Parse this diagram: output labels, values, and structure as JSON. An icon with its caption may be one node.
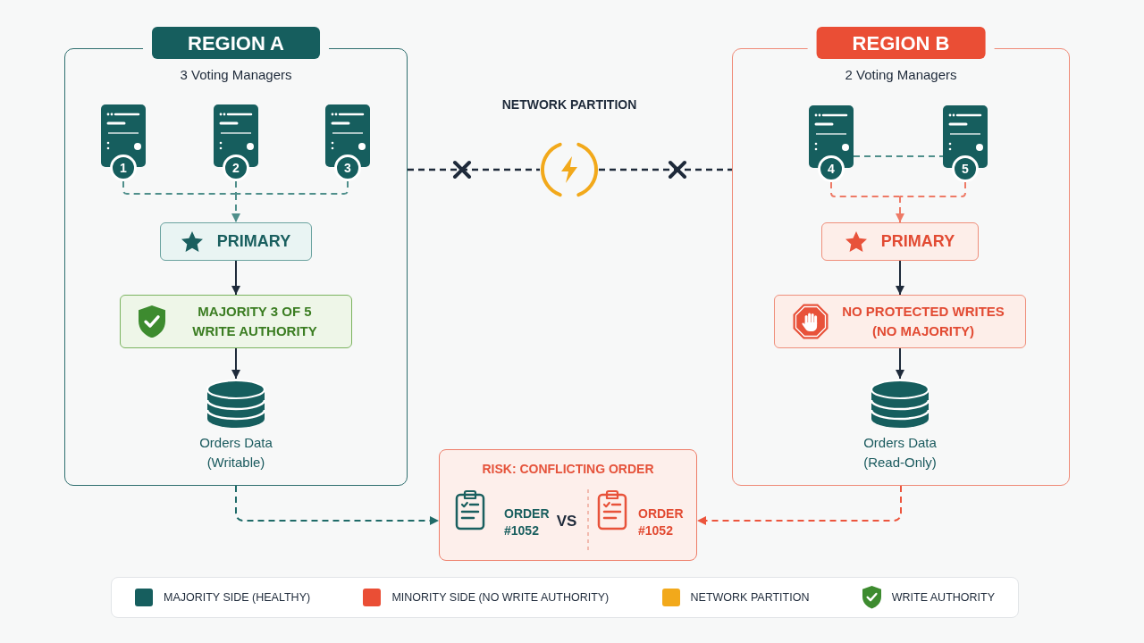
{
  "diagram": {
    "nodes": [
      {
        "text": [
          "REGION A",
          "3 Voting Managers"
        ]
      },
      {
        "text": [
          "1"
        ],
        "in": 0
      },
      {
        "text": [
          "2"
        ],
        "in": 0
      },
      {
        "text": [
          "3"
        ],
        "in": 0
      },
      {
        "text": [
          "PRIMARY"
        ],
        "in": 0
      },
      {
        "text": [
          "MAJORITY 3 OF 5 WRITE AUTHORITY"
        ],
        "in": 0
      },
      {
        "text": [
          "Orders Data (Writable)"
        ],
        "in": 0
      },
      {
        "text": [],
        "shape": "circle",
        "beside": [
          "NETWORK PARTITION"
        ]
      },
      {
        "text": [
          "REGION B",
          "2 Voting Managers"
        ]
      },
      {
        "text": [
          "4"
        ],
        "in": 8
      },
      {
        "text": [
          "5"
        ],
        "in": 8
      },
      {
        "text": [
          "PRIMARY"
        ],
        "in": 8
      },
      {
        "text": [
          "NO PROTECTED WRITES (NO MAJORITY)"
        ],
        "in": 8
      },
      {
        "text": [
          "Orders Data (Read-Only)"
        ],
        "in": 8
      },
      {
        "text": [
          "RISK: CONFLICTING ORDER",
          "ORDER #1052",
          "VS",
          "ORDER #1052"
        ]
      }
    ],
    "edges": [
      {
        "from": 1,
        "to": 4,
        "arrow": "to",
        "style": "dashed",
        "color": "#4f8f8b"
      },
      {
        "from": 2,
        "to": 4,
        "arrow": "to",
        "style": "dashed",
        "color": "#4f8f8b"
      },
      {
        "from": 3,
        "to": 4,
        "arrow": "to",
        "style": "dashed",
        "color": "#4f8f8b"
      },
      {
        "from": 4,
        "to": 5,
        "arrow": "to"
      },
      {
        "from": 5,
        "to": 6,
        "arrow": "to"
      },
      {
        "from": 0,
        "to": 7,
        "arrow": "none",
        "style": "dashed"
      },
      {
        "from": 7,
        "to": 8,
        "arrow": "none",
        "style": "dashed"
      },
      {
        "from": 9,
        "to": 10,
        "arrow": "none",
        "style": "dashed",
        "color": "#4f8f8b"
      },
      {
        "from": 9,
        "to": 11,
        "arrow": "to",
        "style": "dashed",
        "color": "#ee7a66"
      },
      {
        "from": 10,
        "to": 11,
        "arrow": "to",
        "style": "dashed",
        "color": "#ee7a66"
      },
      {
        "from": 11,
        "to": 12,
        "arrow": "to"
      },
      {
        "from": 12,
        "to": 13,
        "arrow": "to"
      },
      {
        "from": 0,
        "to": 14,
        "arrow": "to",
        "style": "dashed",
        "color": "#1f6b68"
      },
      {
        "from": 8,
        "to": 14,
        "arrow": "to",
        "style": "dashed",
        "color": "#ec553d"
      }
    ],
    "legend": [
      {
        "text": "MAJORITY SIDE (HEALTHY)",
        "color": "#165e5e"
      },
      {
        "text": "MINORITY SIDE (NO WRITE AUTHORITY)",
        "color": "#ea4e35"
      },
      {
        "text": "NETWORK PARTITION",
        "color": "#f2a91b"
      },
      {
        "text": "WRITE AUTHORITY"
      }
    ]
  }
}
